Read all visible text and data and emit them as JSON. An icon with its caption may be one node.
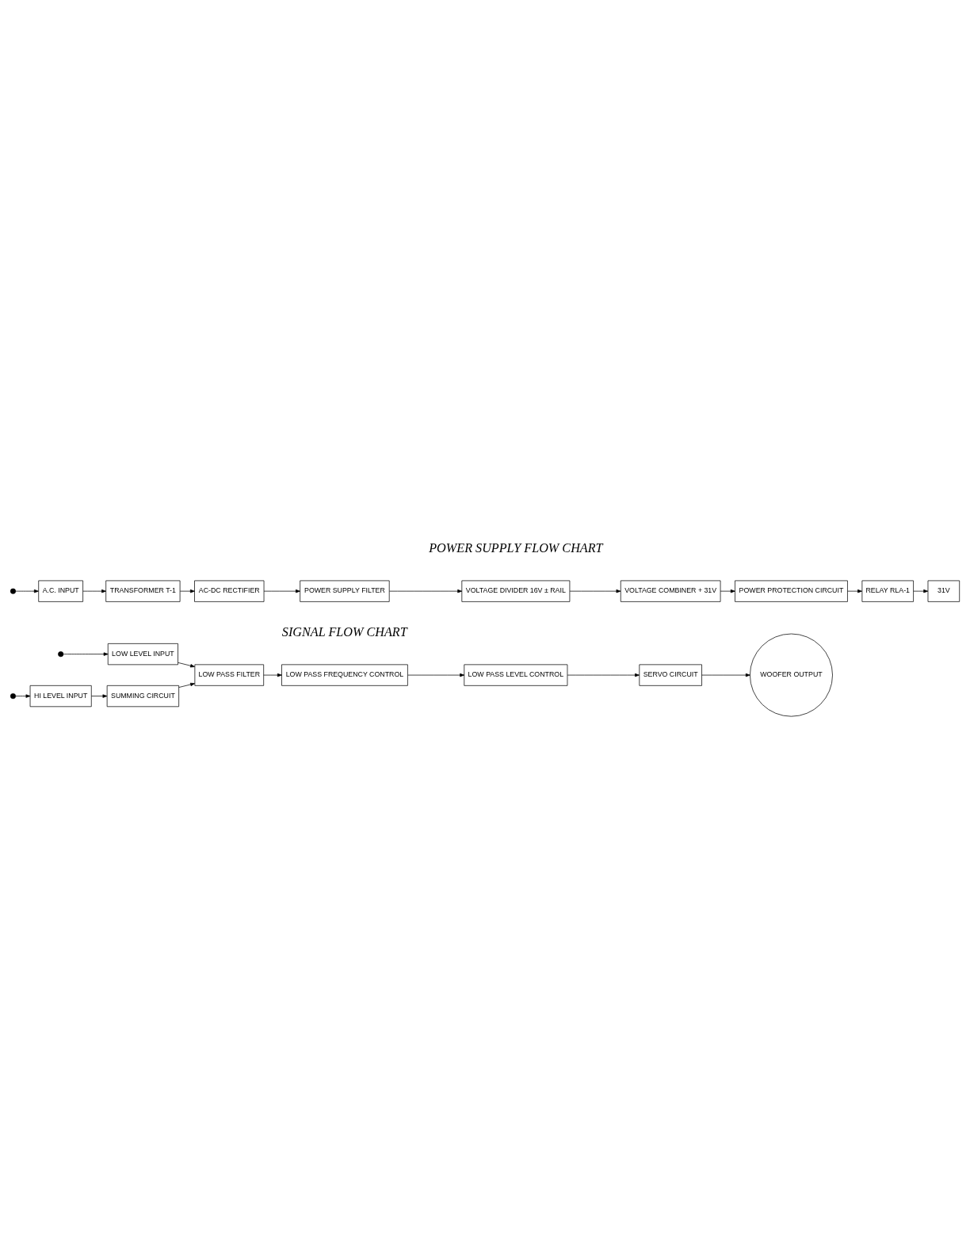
{
  "diagram": {
    "nodes": [
      {
        "text": [],
        "shape": "circle"
      },
      {
        "text": [
          "LOW LEVEL INPUT"
        ]
      },
      {
        "text": [],
        "shape": "circle"
      },
      {
        "text": [
          "HI LEVEL INPUT"
        ]
      },
      {
        "text": [
          "SUMMING CIRCUIT"
        ]
      },
      {
        "text": [
          "LOW PASS FILTER"
        ]
      },
      {
        "text": [
          "LOW PASS FREQUENCY CONTROL"
        ]
      },
      {
        "text": [
          "LOW PASS LEVEL CONTROL"
        ]
      },
      {
        "text": [
          "SERVO CIRCUIT"
        ]
      },
      {
        "text": [
          "WOOFER OUTPUT"
        ]
      },
      {
        "text": [],
        "shape": "circle"
      },
      {
        "text": [
          "A.C. INPUT"
        ]
      },
      {
        "text": [
          "TRANSFORMER T-1"
        ]
      },
      {
        "text": [
          "AC-DC RECTIFIER"
        ]
      },
      {
        "text": [
          "POWER SUPPLY FILTER"
        ]
      },
      {
        "text": [
          "VOLTAGE DIVIDER 16V ± RAIL"
        ]
      },
      {
        "text": [
          "VOLTAGE COMBINER + 31V"
        ]
      },
      {
        "text": [
          "POWER PROTECTION CIRCUIT"
        ]
      },
      {
        "text": [
          "RELAY RLA-1"
        ]
      },
      {
        "text": [
          "31V"
        ]
      }
    ],
    "edges": [
      {
        "from": 0,
        "to": 1,
        "arrow": "to"
      },
      {
        "from": 2,
        "to": 3,
        "arrow": "to"
      },
      {
        "from": 3,
        "to": 4,
        "arrow": "to"
      },
      {
        "from": 1,
        "to": 5,
        "arrow": "to"
      },
      {
        "from": 4,
        "to": 5,
        "arrow": "to"
      },
      {
        "from": 5,
        "to": 6,
        "arrow": "to"
      },
      {
        "from": 6,
        "to": 7,
        "arrow": "to"
      },
      {
        "from": 7,
        "to": 8,
        "arrow": "to"
      },
      {
        "from": 8,
        "to": 9,
        "arrow": "to"
      },
      {
        "from": 10,
        "to": 11,
        "arrow": "to"
      },
      {
        "from": 11,
        "to": 12,
        "arrow": "to"
      },
      {
        "from": 12,
        "to": 13,
        "arrow": "to"
      },
      {
        "from": 13,
        "to": 14,
        "arrow": "to"
      },
      {
        "from": 14,
        "to": 15,
        "arrow": "to"
      },
      {
        "from": 15,
        "to": 16,
        "arrow": "to"
      },
      {
        "from": 16,
        "to": 17,
        "arrow": "to"
      },
      {
        "from": 17,
        "to": 18,
        "arrow": "to"
      },
      {
        "from": 18,
        "to": 19,
        "arrow": "to"
      }
    ],
    "labels": [
      "SIGNAL FLOW CHART",
      "POWER SUPPLY FLOW CHART"
    ]
  }
}
